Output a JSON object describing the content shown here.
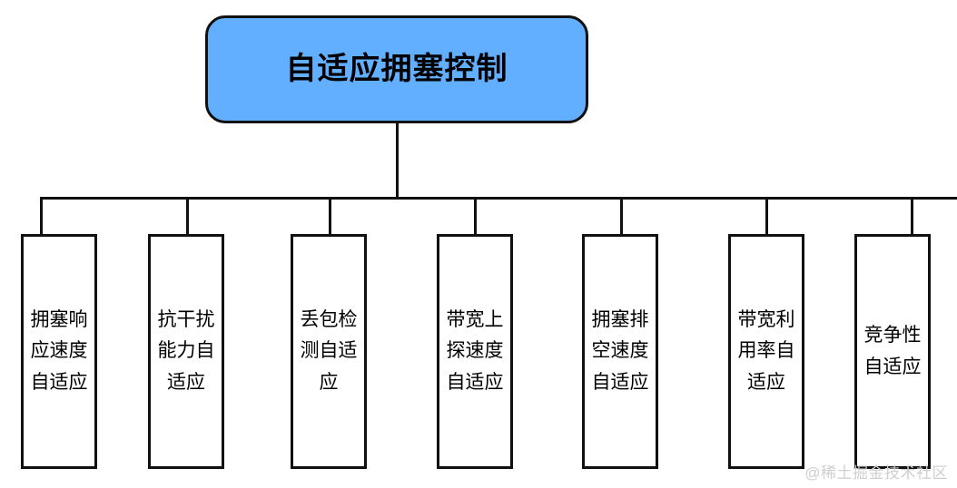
{
  "diagram": {
    "type": "org-tree",
    "root": {
      "label": "自适应拥塞控制",
      "fill_color": "#63AFFF",
      "border_color": "#111111",
      "text_color": "#000000"
    },
    "children": [
      {
        "label": "拥塞响应速度自适应"
      },
      {
        "label": "抗干扰能力自适应"
      },
      {
        "label": "丢包检测自适应"
      },
      {
        "label": "带宽上探速度自适应"
      },
      {
        "label": "拥塞排空速度自适应"
      },
      {
        "label": "带宽利用率自适应"
      },
      {
        "label": "竞争性自适应"
      }
    ],
    "edge_color": "#111111"
  },
  "watermark": {
    "text": "@稀土掘金技术社区",
    "color": "#cfcfcf"
  }
}
